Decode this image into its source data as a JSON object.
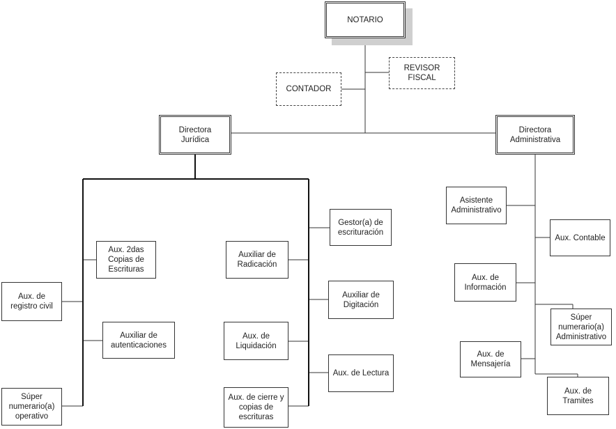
{
  "notario": "NOTARIO",
  "contador": "CONTADOR",
  "revisor": "REVISOR\nFISCAL",
  "directora_juridica": "Directora\nJurídica",
  "directora_administrativa": "Directora\nAdministrativa",
  "juridica": {
    "aux_2das": "Aux. 2das\nCopias de\nEscrituras",
    "aux_registro": "Aux. de\nregistro civil",
    "aux_autenticaciones": "Auxiliar de\nautenticaciones",
    "super_operativo": "Súper\nnumerario(a)\noperativo",
    "gestor": "Gestor(a) de\nescrituración",
    "aux_radicacion": "Auxiliar de\nRadicación",
    "aux_digitacion": "Auxiliar de\nDigitación",
    "aux_liquidacion": "Aux. de\nLiquidación",
    "aux_lectura": "Aux. de Lectura",
    "aux_cierre": "Aux. de cierre y\ncopias de\nescrituras"
  },
  "administrativa": {
    "asistente": "Asistente\nAdministrativo",
    "aux_contable": "Aux. Contable",
    "aux_informacion": "Aux. de\nInformación",
    "super_admin": "Súper\nnumerario(a)\nAdministrativo",
    "aux_mensajeria": "Aux. de\nMensajería",
    "aux_tramites": "Aux. de\nTramites"
  }
}
